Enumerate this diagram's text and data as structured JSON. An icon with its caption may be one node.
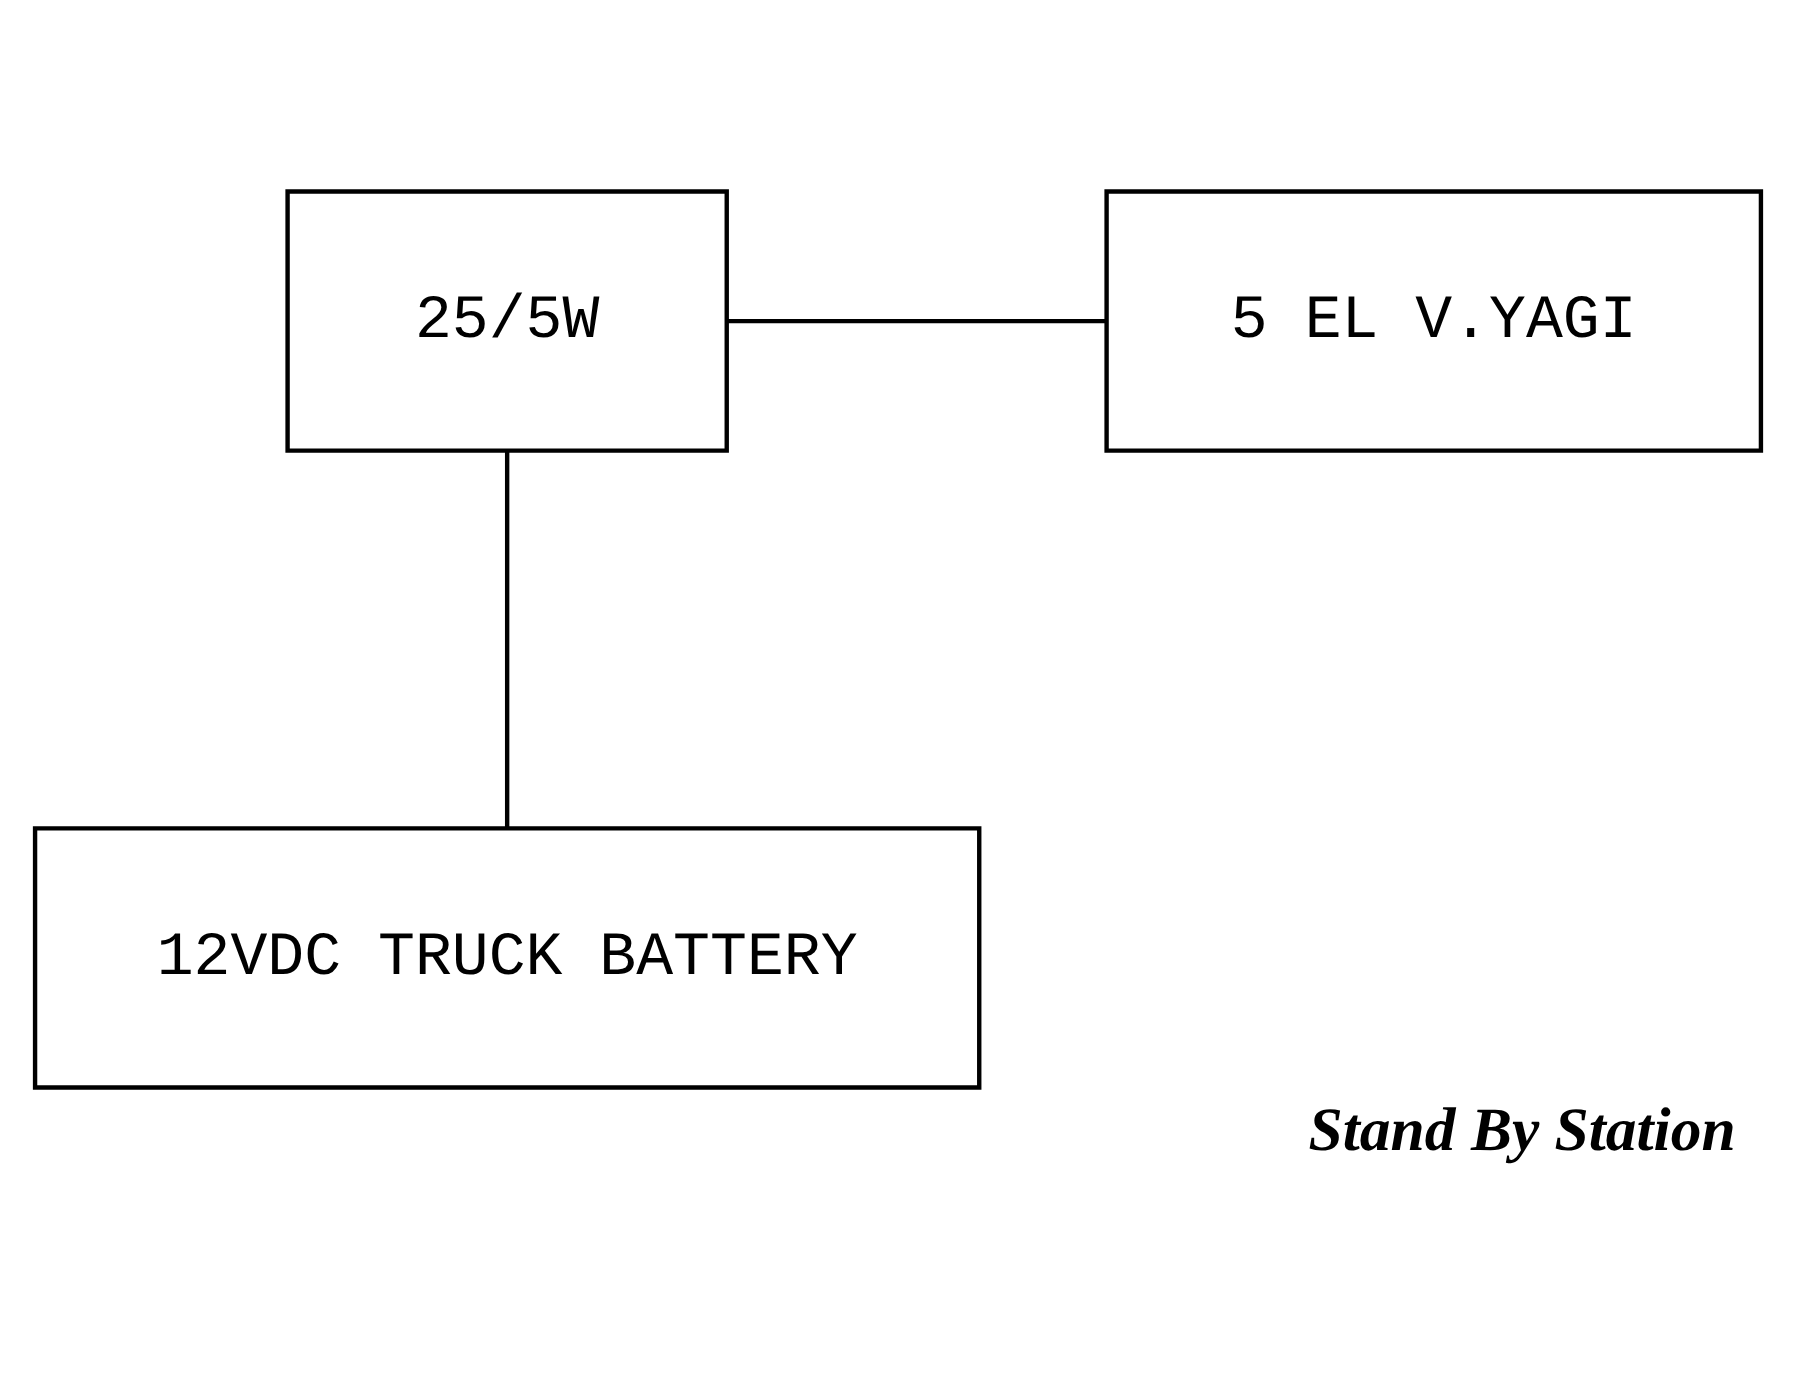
{
  "diagram": {
    "caption": "Stand By Station",
    "nodes": [
      {
        "text": [
          "5 EL V.YAGI"
        ]
      },
      {
        "text": [
          "25/5W"
        ]
      },
      {
        "text": [
          "12VDC TRUCK BATTERY"
        ]
      }
    ],
    "edges": [
      {
        "from": 1,
        "to": 0,
        "arrow": "none"
      },
      {
        "from": 1,
        "to": 2,
        "arrow": "none"
      }
    ]
  }
}
